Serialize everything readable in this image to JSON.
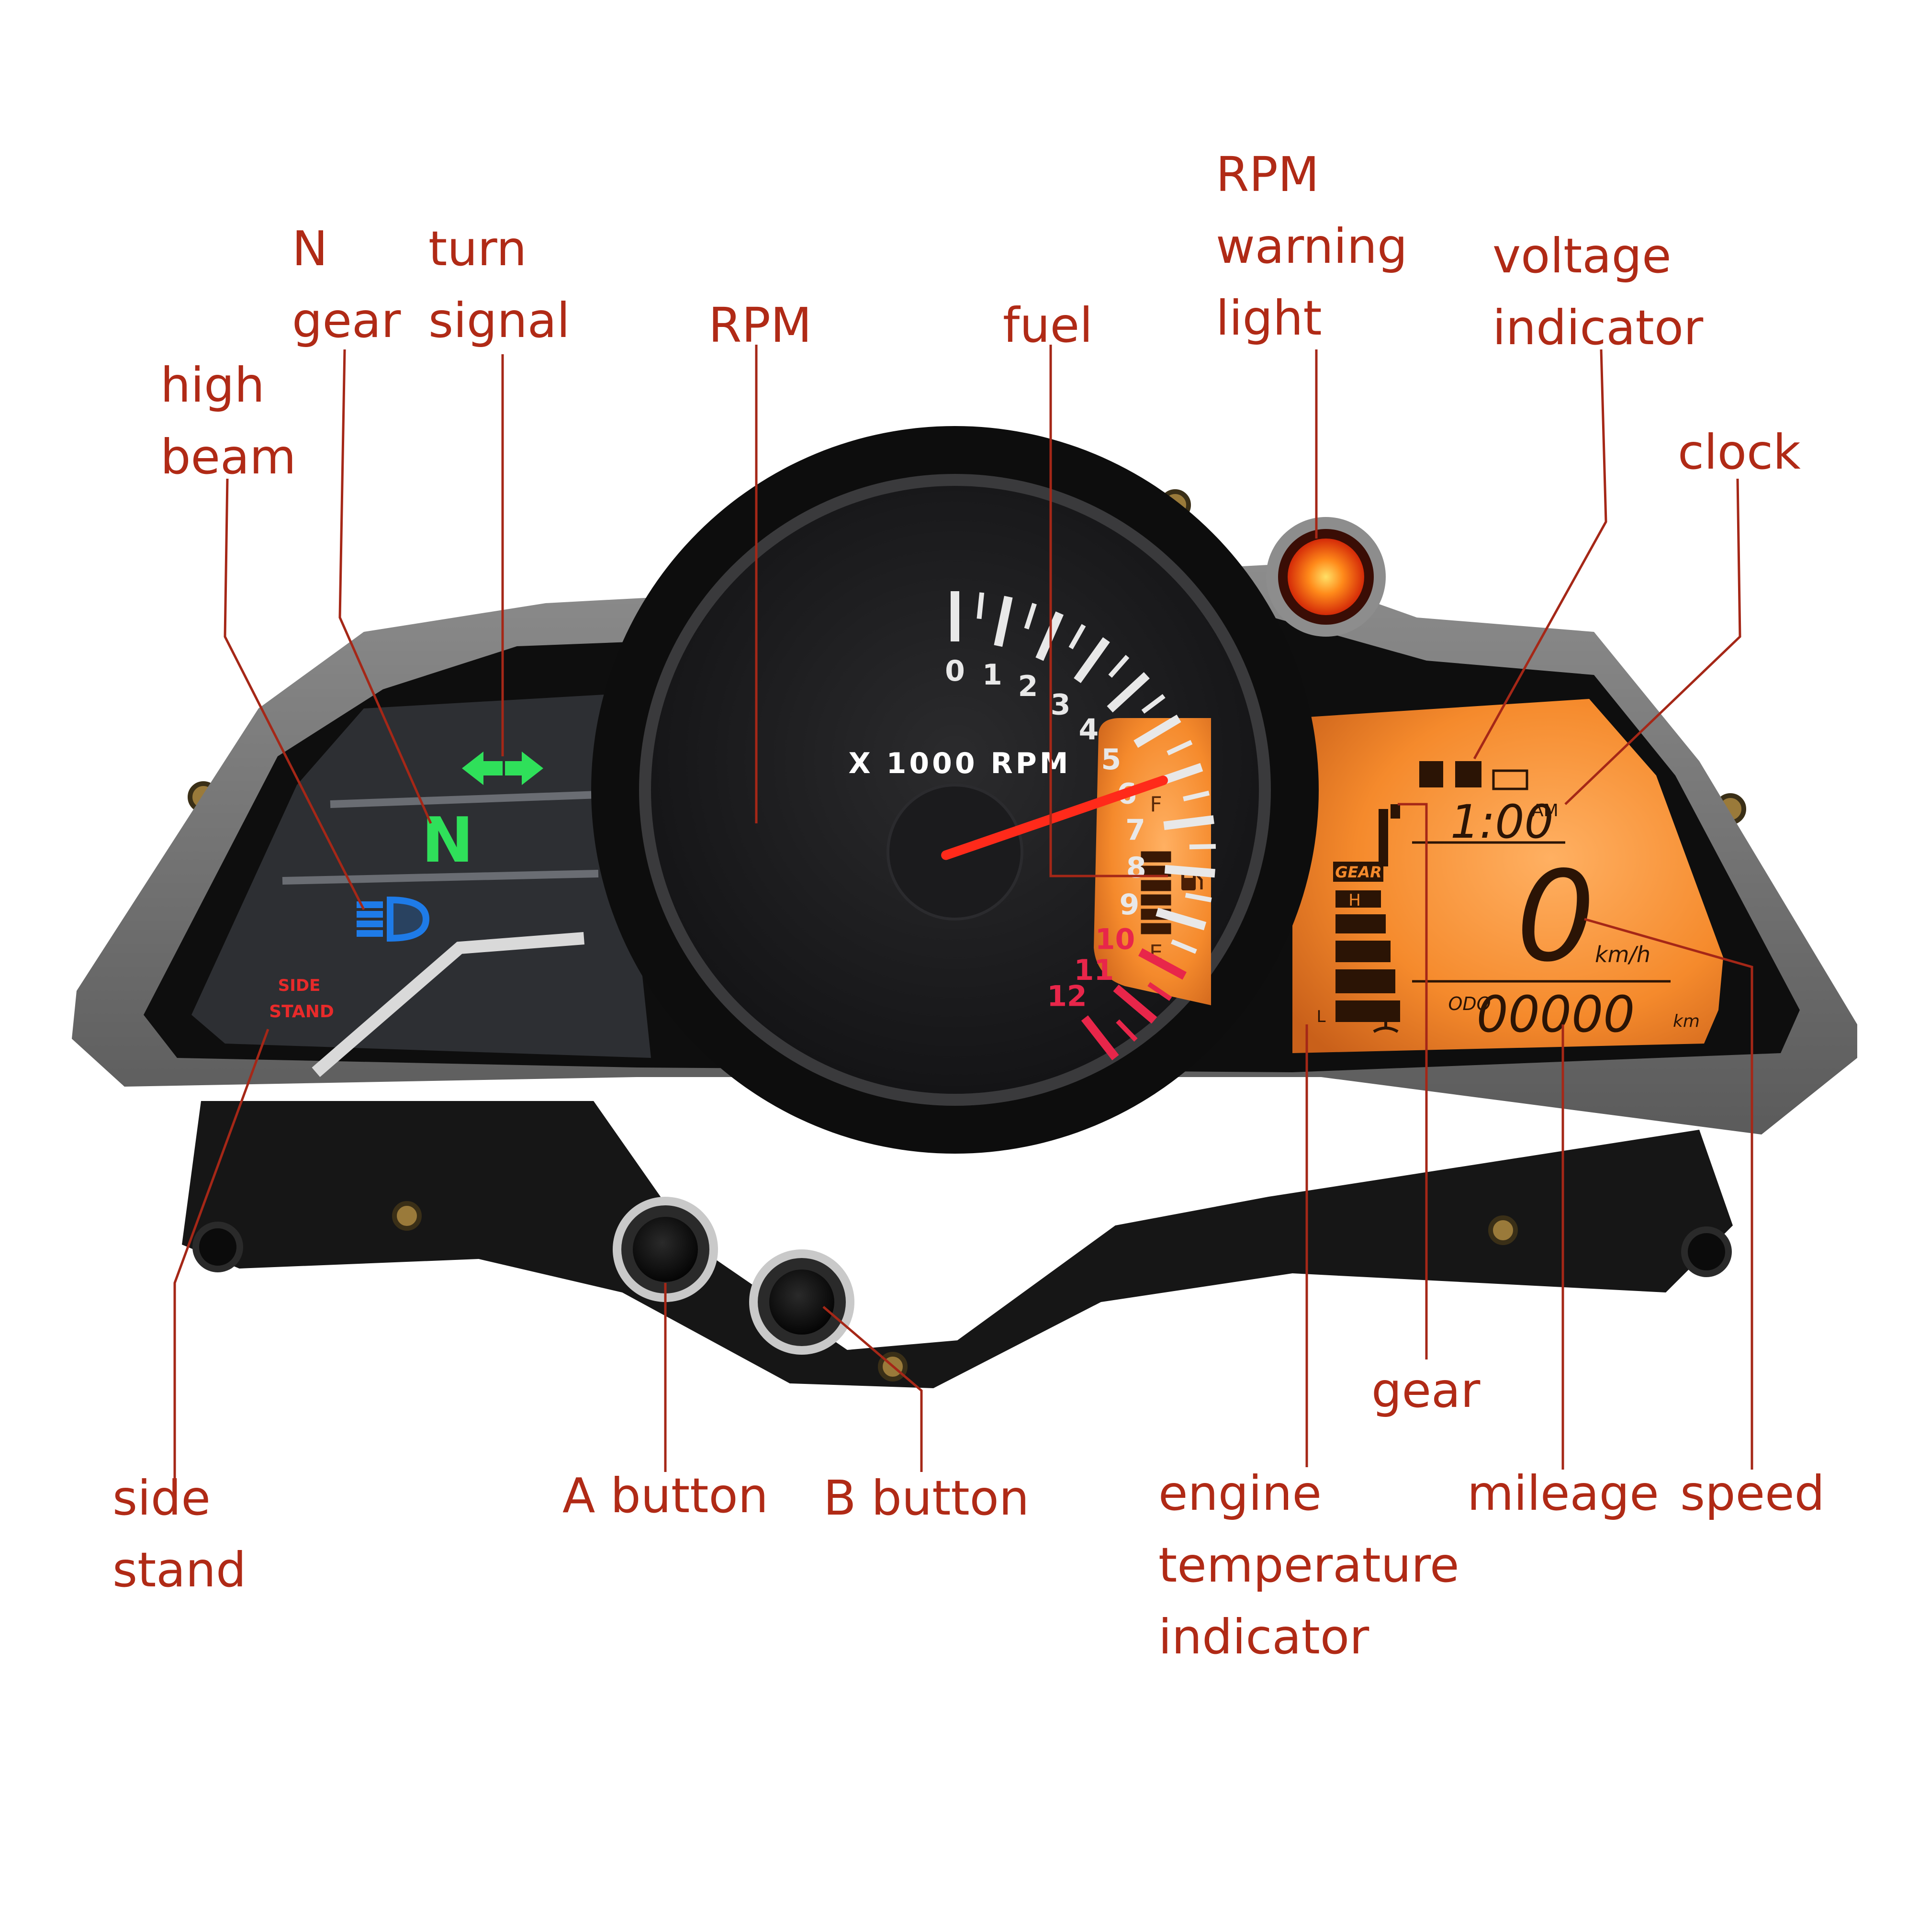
{
  "labels": {
    "high_beam": "high\nbeam",
    "n_gear": "N\ngear",
    "turn_signal": "turn\nsignal",
    "rpm": "RPM",
    "fuel": "fuel",
    "rpm_warning_light": "RPM\nwarning\nlight",
    "voltage_indicator": "voltage\nindicator",
    "clock": "clock",
    "side_stand": "side\nstand",
    "a_button": "A button",
    "b_button": "B button",
    "engine_temperature_indicator": "engine\ntemperature\nindicator",
    "gear": "gear",
    "mileage": "mileage",
    "speed": "speed"
  },
  "dashboard": {
    "tacho_unit": "X 1000 RPM",
    "tacho_ticks": [
      "0",
      "1",
      "2",
      "3",
      "4",
      "5",
      "6",
      "7",
      "8",
      "9",
      "10",
      "11",
      "12"
    ],
    "rpm_value": 6,
    "fuel_full": "F",
    "fuel_empty": "E",
    "fuel_level_bars": 6,
    "fuel_total_bars": 6,
    "neutral_letter": "N",
    "side_stand_lamp_line1": "SIDE",
    "side_stand_lamp_line2": "STAND",
    "lcd_gear_label": "GEAR",
    "temp_high": "H",
    "temp_low": "L",
    "clock_time": "1:00",
    "clock_period": "AM",
    "speed_value": "0",
    "speed_unit": "km/h",
    "odo_label": "ODO",
    "odo_value": "00000",
    "odo_unit": "km",
    "colors": {
      "lcd_backlight": "#f58a2c",
      "redline": "#e8264a",
      "indicator_green": "#2fe05a",
      "high_beam_blue": "#1e7be8",
      "warning_lamp": "#ff5a12",
      "side_stand_red": "#e82a2a",
      "label_color": "#b02a16"
    },
    "icons": [
      "turn-signal-arrows-icon",
      "high-beam-icon",
      "fuel-pump-icon",
      "coolant-temperature-icon",
      "battery-icon"
    ]
  }
}
